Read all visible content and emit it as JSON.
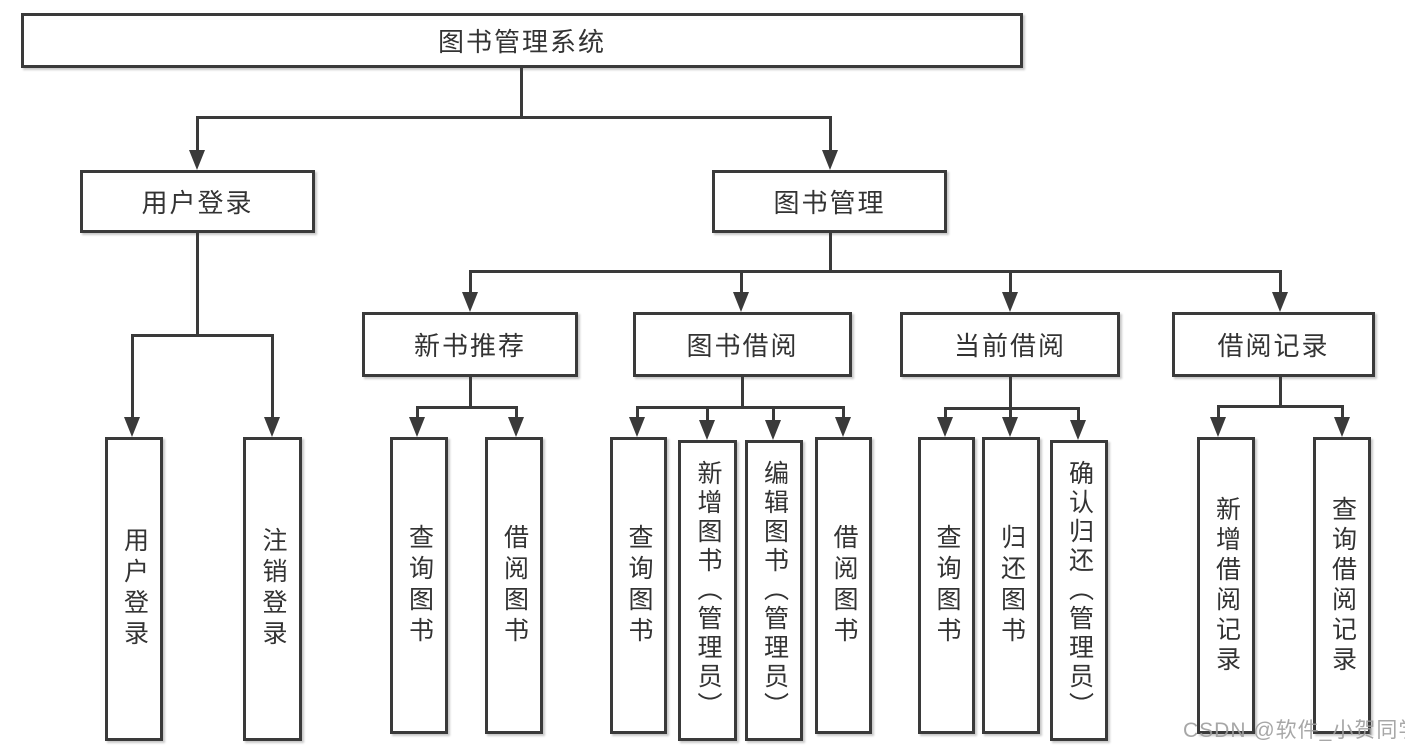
{
  "colors": {
    "line": "#3a3a3a",
    "text": "#333333",
    "box_background": "#ffffff",
    "watermark": "#9e9e9e"
  },
  "watermark": {
    "text": "CSDN @软件_小贺同学"
  },
  "tree": {
    "label": "图书管理系统",
    "children": [
      {
        "label": "用户登录",
        "children": [
          {
            "label": "用户登录"
          },
          {
            "label": "注销登录"
          }
        ]
      },
      {
        "label": "图书管理",
        "children": [
          {
            "label": "新书推荐",
            "children": [
              {
                "label": "查询图书"
              },
              {
                "label": "借阅图书"
              }
            ]
          },
          {
            "label": "图书借阅",
            "children": [
              {
                "label": "查询图书"
              },
              {
                "label": "新增图书（管理员）"
              },
              {
                "label": "编辑图书（管理员）"
              },
              {
                "label": "借阅图书"
              }
            ]
          },
          {
            "label": "当前借阅",
            "children": [
              {
                "label": "查询图书"
              },
              {
                "label": "归还图书"
              },
              {
                "label": "确认归还（管理员）"
              }
            ]
          },
          {
            "label": "借阅记录",
            "children": [
              {
                "label": "新增借阅记录"
              },
              {
                "label": "查询借阅记录"
              }
            ]
          }
        ]
      }
    ]
  }
}
